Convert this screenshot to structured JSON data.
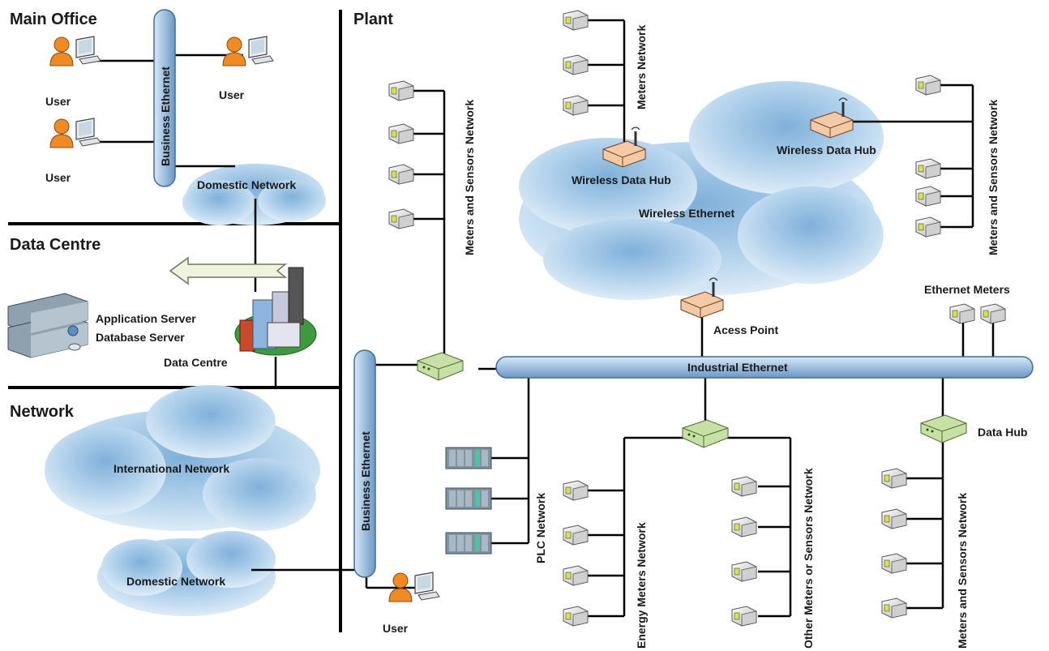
{
  "sections": {
    "main_office": "Main Office",
    "plant": "Plant",
    "data_centre": "Data Centre",
    "network": "Network"
  },
  "labels": {
    "user": "User",
    "business_ethernet": "Business Ethernet",
    "domestic_network": "Domestic Network",
    "application_server": "Application Server",
    "database_server": "Database Server",
    "data_centre_building": "Data Centre",
    "international_network": "International Network",
    "meters_network": "Meters Network",
    "meters_and_sensors_network": "Meters and Sensors Network",
    "wireless_data_hub": "Wireless Data Hub",
    "wireless_ethernet": "Wireless Ethernet",
    "ethernet_meters": "Ethernet Meters",
    "access_point": "Acess Point",
    "industrial_ethernet": "Industrial Ethernet",
    "data_hub": "Data Hub",
    "plc_network": "PLC Network",
    "energy_meters_network": "Energy Meters Network",
    "other_meters_network": "Other Meters or Sensors Network"
  },
  "colors": {
    "pipe_fill": "#a9c6e3",
    "pipe_stroke": "#3f6d9a",
    "cloud_light": "#d7e8f5",
    "cloud_mid": "#9cc3e2",
    "user_orange": "#f08a24",
    "hub_green": "#c8e0a6"
  }
}
